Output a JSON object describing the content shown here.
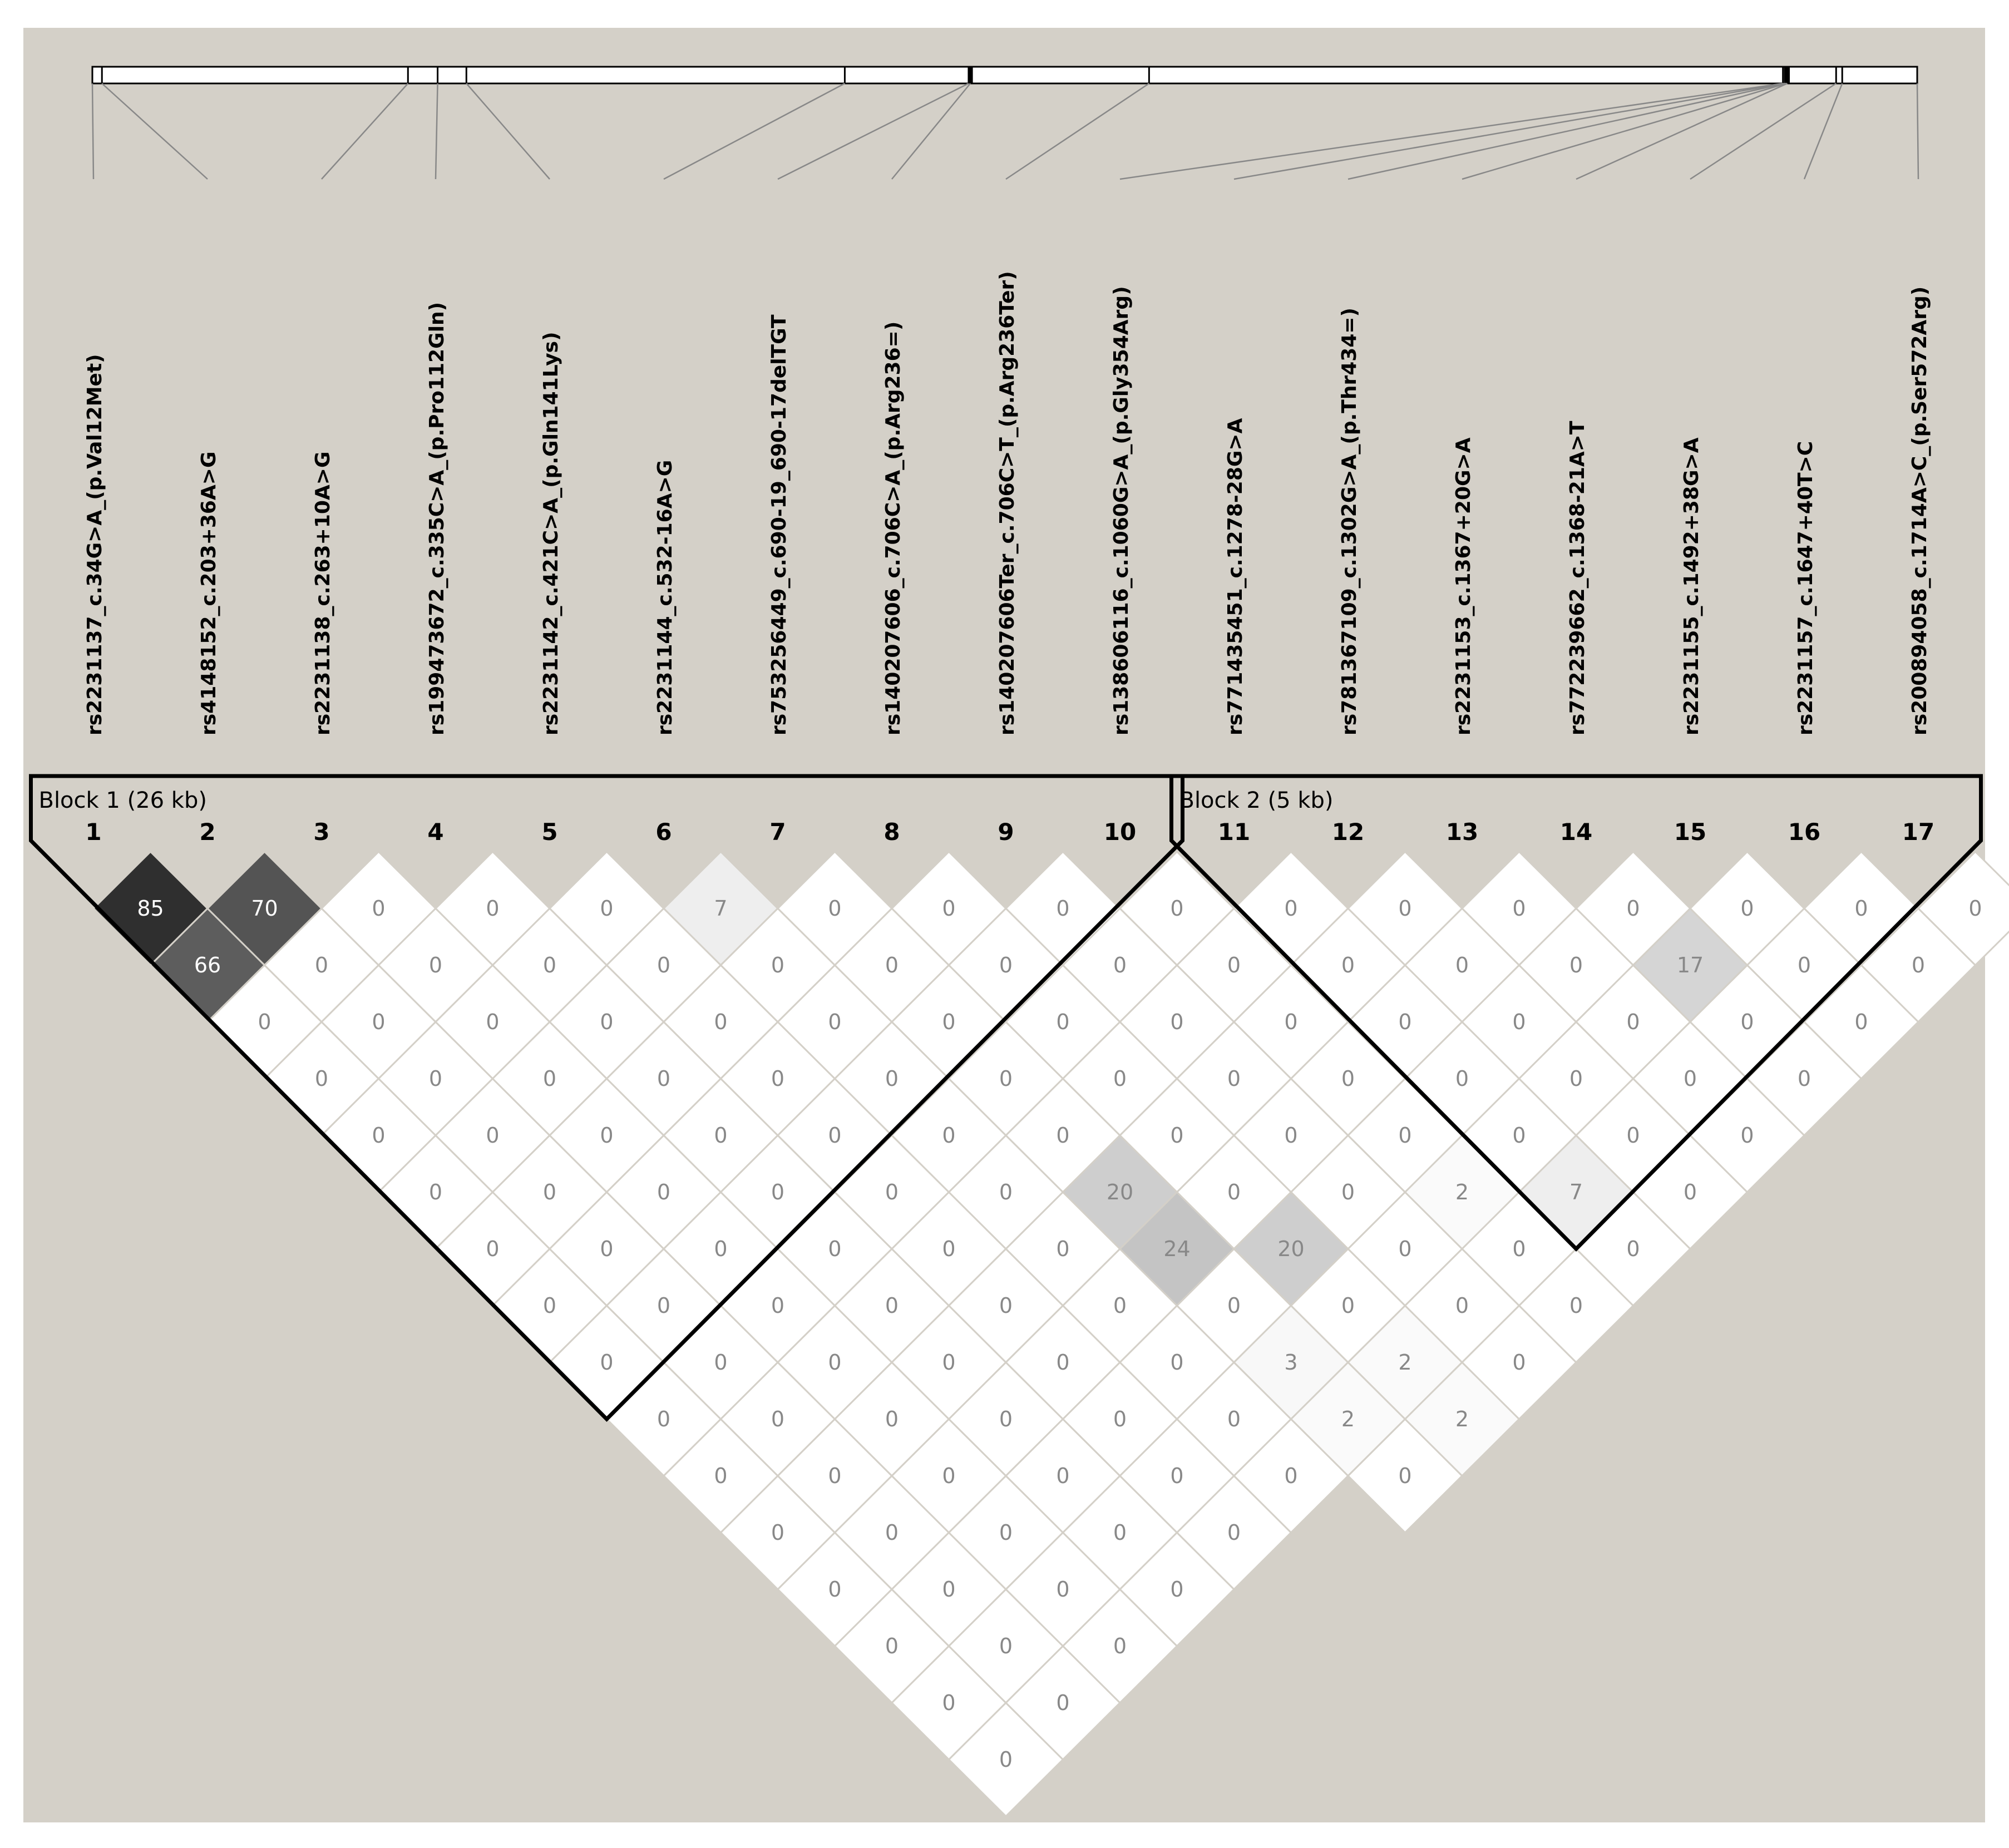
{
  "diagram": {
    "colors": {
      "background": "#d4d0c8",
      "cell_white": "#ffffff",
      "cell_grid": "#d4d0c8",
      "text_dark": "#000000",
      "text_light": "#ffffff",
      "number_grey": "#888888",
      "block_outline": "#000000"
    },
    "snps": [
      "rs2231137_c.34G>A_(p.Val12Met)",
      "rs4148152_c.203+36A>G",
      "rs2231138_c.263+10A>G",
      "rs199473672_c.335C>A_(p.Pro112Gln)",
      "rs2231142_c.421C>A_(p.Gln141Lys)",
      "rs2231144_c.532-16A>G",
      "rs753256449_c.690-19_690-17delTGT",
      "rs140207606_c.706C>A_(p.Arg236=)",
      "rs140207606Ter_c.706C>T_(p.Arg236Ter)",
      "rs138606116_c.1060G>A_(p.Gly354Arg)",
      "rs771435451_c.1278-28G>A",
      "rs781367109_c.1302G>A_(p.Thr434=)",
      "rs2231153_c.1367+20G>A",
      "rs772239662_c.1368-21A>T",
      "rs2231155_c.1492+38G>A",
      "rs2231157_c.1647+40T>C",
      "rs200894058_c.1714A>C_(p.Ser572Arg)"
    ],
    "indices": [
      "1",
      "2",
      "3",
      "4",
      "5",
      "6",
      "7",
      "8",
      "9",
      "10",
      "11",
      "12",
      "13",
      "14",
      "15",
      "16",
      "17"
    ],
    "blocks": [
      {
        "label": "Block 1 (26 kb)",
        "start": 1,
        "end": 10
      },
      {
        "label": "Block 2 (5 kb)",
        "start": 11,
        "end": 17
      }
    ],
    "marker_positions": [
      0.0,
      0.0055,
      0.181,
      0.198,
      0.2145,
      0.4315,
      0.5025,
      0.5035,
      0.606,
      0.9695,
      0.9705,
      0.971,
      0.9715,
      0.972,
      1.0,
      1.0035,
      1.0465
    ],
    "highlighted_markers": [
      8,
      14
    ],
    "ld_matrix": [
      {
        "i": 1,
        "values": [
          "85",
          "66",
          "0",
          "0",
          "0",
          "0",
          "0",
          "0",
          "0",
          "0",
          "0",
          "0",
          "0",
          "0",
          "0",
          "0"
        ]
      },
      {
        "i": 2,
        "values": [
          "70",
          "0",
          "0",
          "0",
          "0",
          "0",
          "0",
          "0",
          "0",
          "0",
          "0",
          "0",
          "0",
          "0",
          "0"
        ]
      },
      {
        "i": 3,
        "values": [
          "0",
          "0",
          "0",
          "0",
          "0",
          "0",
          "0",
          "0",
          "0",
          "0",
          "0",
          "0",
          "0",
          "0"
        ]
      },
      {
        "i": 4,
        "values": [
          "0",
          "0",
          "0",
          "0",
          "0",
          "0",
          "0",
          "0",
          "0",
          "0",
          "0",
          "0",
          "0"
        ]
      },
      {
        "i": 5,
        "values": [
          "0",
          "0",
          "0",
          "0",
          "0",
          "0",
          "0",
          "0",
          "0",
          "0",
          "0",
          "0"
        ]
      },
      {
        "i": 6,
        "values": [
          "7",
          "0",
          "0",
          "0",
          "0",
          "0",
          "0",
          "0",
          "0",
          "0",
          "0"
        ]
      },
      {
        "i": 7,
        "values": [
          "0",
          "0",
          "0",
          "0",
          "0",
          "20",
          "24",
          "0",
          "3",
          "2",
          "0"
        ]
      },
      {
        "i": 8,
        "values": [
          "0",
          "0",
          "0",
          "0",
          "0",
          "0",
          "20",
          "0",
          "2",
          "2"
        ]
      },
      {
        "i": 9,
        "values": [
          "0",
          "0",
          "0",
          "0",
          "0",
          "0",
          "0",
          "0",
          "0"
        ]
      },
      {
        "i": 10,
        "values": [
          "0",
          "0",
          "0",
          "0",
          "0",
          "2",
          "0",
          "0"
        ]
      },
      {
        "i": 11,
        "values": [
          "0",
          "0",
          "0",
          "0",
          "0",
          "7",
          "0"
        ]
      },
      {
        "i": 12,
        "values": [
          "0",
          "0",
          "0",
          "0",
          "0",
          "0"
        ]
      },
      {
        "i": 13,
        "values": [
          "0",
          "0",
          "0",
          "0",
          "0"
        ]
      },
      {
        "i": 14,
        "values": [
          "0",
          "17",
          "0",
          "0"
        ]
      },
      {
        "i": 15,
        "values": [
          "0",
          "0",
          "0"
        ]
      },
      {
        "i": 16,
        "values": [
          "0",
          "0"
        ]
      },
      {
        "i": 17,
        "values": [
          "0"
        ]
      }
    ]
  }
}
